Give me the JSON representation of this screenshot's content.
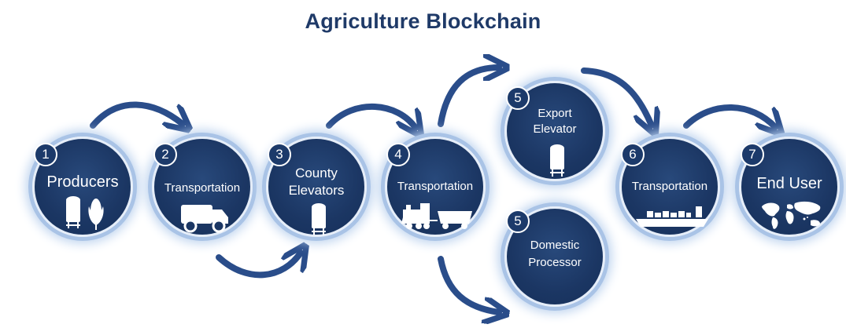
{
  "title": "Agriculture Blockchain",
  "colors": {
    "node_fill": "#1b3663",
    "arrow": "#2a4d8a",
    "glow": "#a9c3e6",
    "title": "#1f3a68"
  },
  "nodes": [
    {
      "number": "1",
      "label": "Producers",
      "icon": "silo-and-corn-icon"
    },
    {
      "number": "2",
      "label": "Transportation",
      "icon": "truck-icon"
    },
    {
      "number": "3",
      "label_line1": "County",
      "label_line2": "Elevators",
      "icon": "silo-icon"
    },
    {
      "number": "4",
      "label": "Transportation",
      "icon": "train-icon"
    },
    {
      "number": "5",
      "label_line1": "Export",
      "label_line2": "Elevator",
      "icon": "silo-icon"
    },
    {
      "number": "5",
      "label_line1": "Domestic",
      "label_line2": "Processor"
    },
    {
      "number": "6",
      "label": "Transportation",
      "icon": "cargo-ship-icon"
    },
    {
      "number": "7",
      "label": "End User",
      "icon": "world-map-icon"
    }
  ]
}
